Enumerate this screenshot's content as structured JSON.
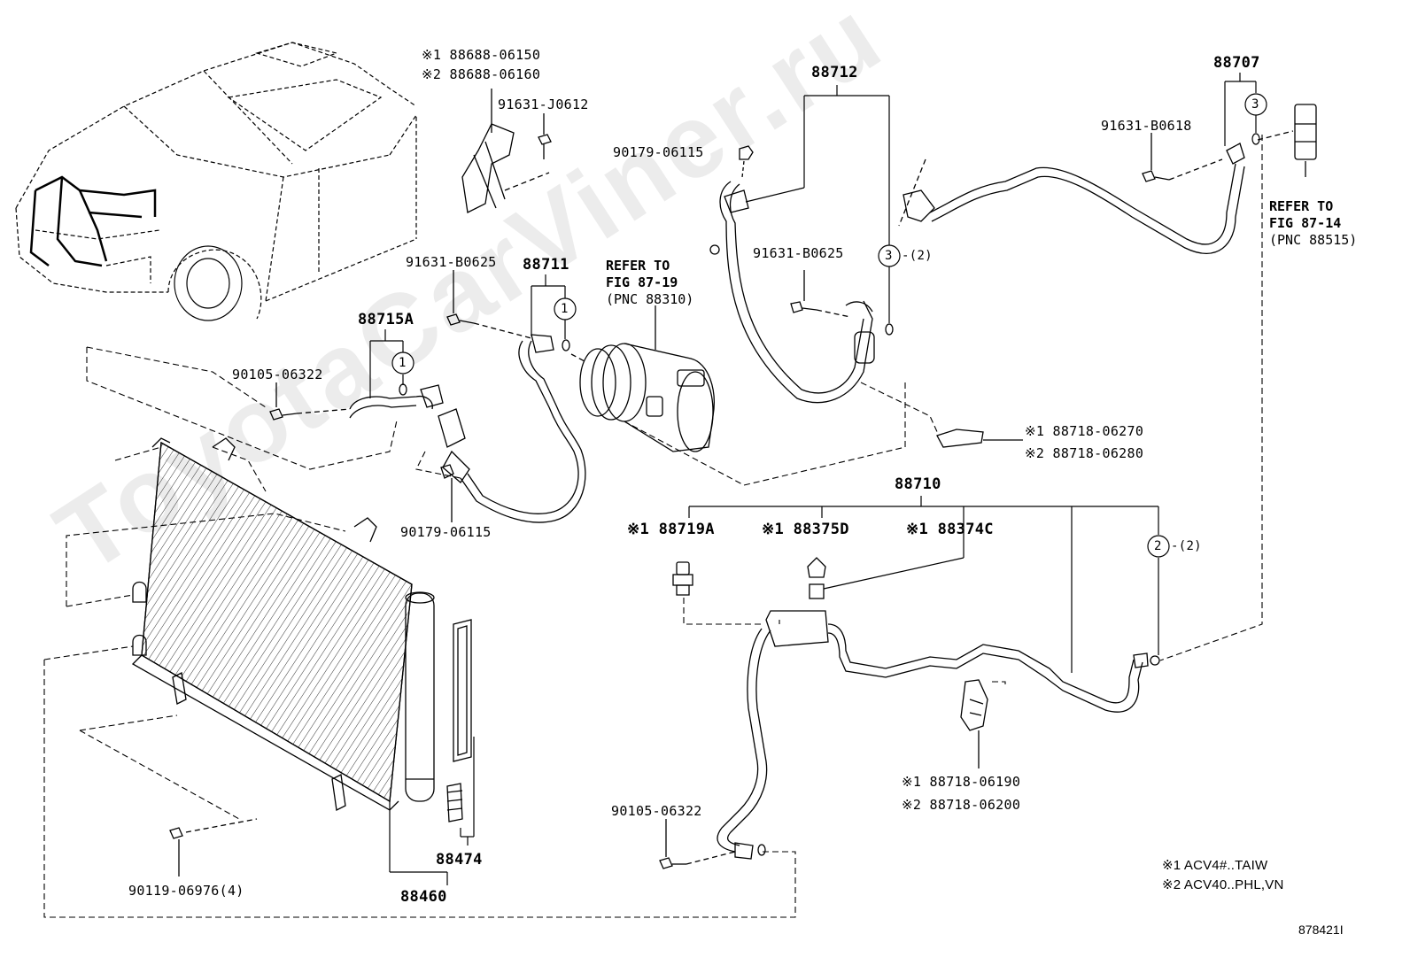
{
  "watermark": "ToyotaCarViner.ru",
  "diagram_number": "878421I",
  "legend": [
    {
      "mark": "※1",
      "text": "ACV4#..TAIW"
    },
    {
      "mark": "※2",
      "text": "ACV40..PHL,VN"
    }
  ],
  "references": {
    "fig_87_19": {
      "line1": "REFER TO",
      "line2": "FIG 87-19",
      "line3": "(PNC 88310)"
    },
    "fig_87_14": {
      "line1": "REFER TO",
      "line2": "FIG 87-14",
      "line3": "(PNC 88515)"
    }
  },
  "part_numbers": {
    "p88688_06150": "※1 88688-06150",
    "p88688_06160": "※2 88688-06160",
    "p91631_J0612": "91631-J0612",
    "p90179_06115_top": "90179-06115",
    "p91631_B0625_left": "91631-B0625",
    "p91631_B0625_mid": "91631-B0625",
    "p91631_B0618": "91631-B0618",
    "p90105_06322_left": "90105-06322",
    "p90179_06115_bottom": "90179-06115",
    "p88718_06270": "※1 88718-06270",
    "p88718_06280": "※2 88718-06280",
    "p88719A": "※1 88719A",
    "p88375D": "※1 88375D",
    "p88374C": "※1 88374C",
    "p88718_06190": "※1 88718-06190",
    "p88718_06200": "※2 88718-06200",
    "p90105_06322_bottom": "90105-06322",
    "p90119_06976": "90119-06976(4)"
  },
  "assemblies": {
    "a88712": "88712",
    "a88707": "88707",
    "a88711": "88711",
    "a88715A": "88715A",
    "a88710": "88710",
    "a88474": "88474",
    "a88460": "88460"
  },
  "callouts": {
    "c1_88711": "1",
    "c1_88715A": "1",
    "c2_88710": "2",
    "c2_qty": "-(2)",
    "c3_88712": "3",
    "c3_qty": "-(2)",
    "c3_88707": "3"
  }
}
